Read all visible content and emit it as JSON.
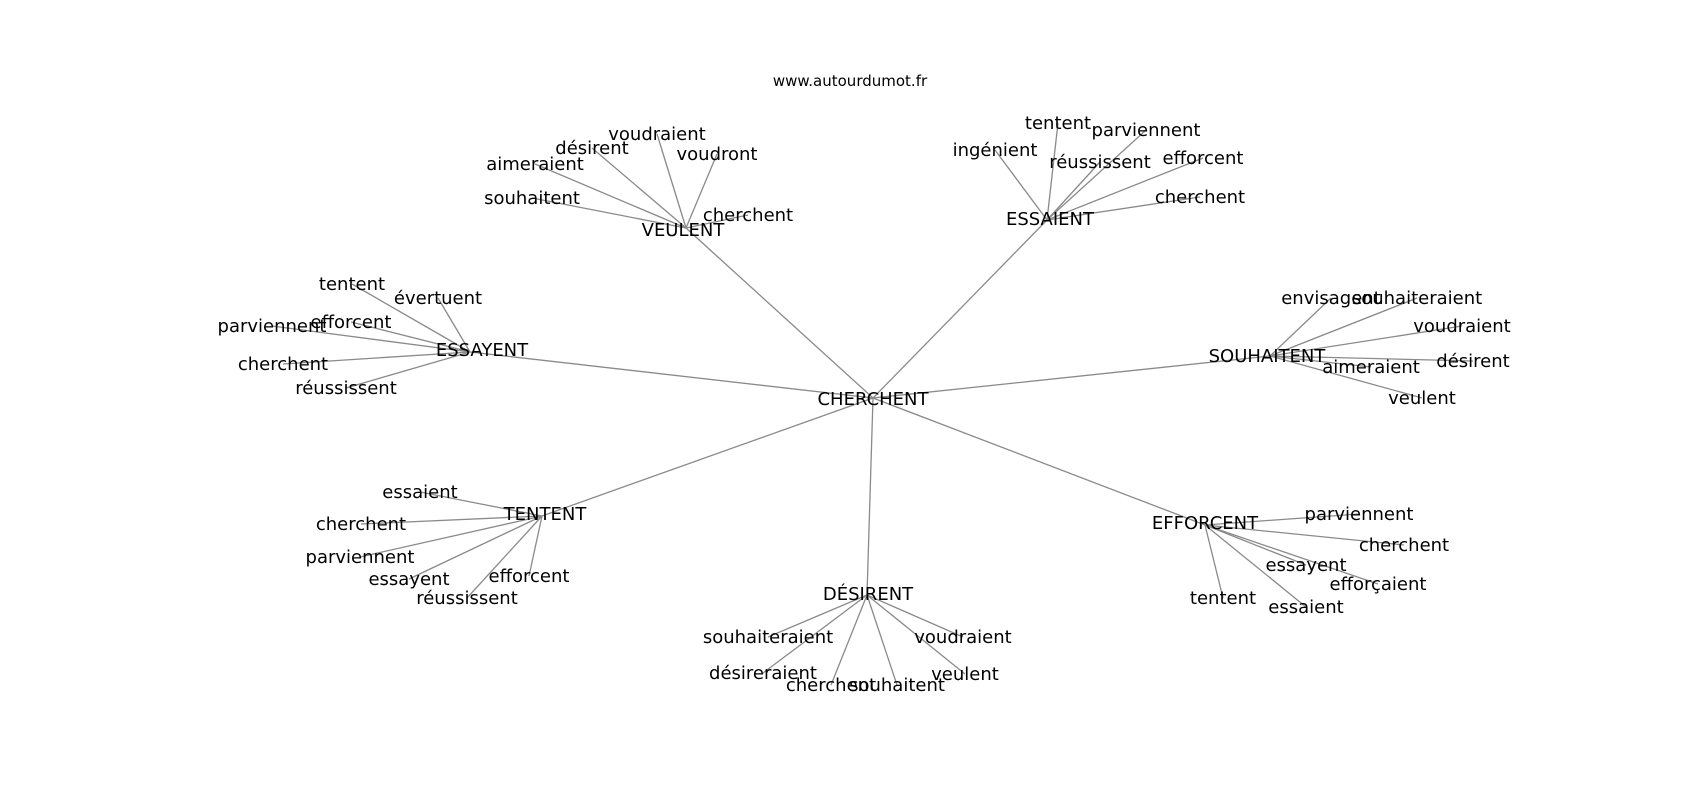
{
  "header": {
    "url": "www.autourdumot.fr"
  },
  "graph": {
    "center": "CHERCHENT",
    "clusters": [
      {
        "hub": "VEULENT",
        "leaves": [
          "voudraient",
          "désirent",
          "voudront",
          "aimeraient",
          "souhaitent",
          "cherchent"
        ]
      },
      {
        "hub": "ESSAIENT",
        "leaves": [
          "tentent",
          "parviennent",
          "ingénient",
          "réussissent",
          "efforcent",
          "cherchent"
        ]
      },
      {
        "hub": "ESSAYENT",
        "leaves": [
          "tentent",
          "évertuent",
          "parviennent",
          "efforcent",
          "cherchent",
          "réussissent"
        ]
      },
      {
        "hub": "SOUHAITENT",
        "leaves": [
          "envisagent",
          "souhaiteraient",
          "voudraient",
          "désirent",
          "aimeraient",
          "veulent"
        ]
      },
      {
        "hub": "TENTENT",
        "leaves": [
          "essaient",
          "cherchent",
          "parviennent",
          "essayent",
          "efforcent",
          "réussissent"
        ]
      },
      {
        "hub": "EFFORCENT",
        "leaves": [
          "parviennent",
          "cherchent",
          "essayent",
          "efforçaient",
          "tentent",
          "essaient"
        ]
      },
      {
        "hub": "DÉSIRENT",
        "leaves": [
          "souhaiteraient",
          "voudraient",
          "désireraient",
          "veulent",
          "cherchent",
          "souhaitent"
        ]
      }
    ]
  }
}
